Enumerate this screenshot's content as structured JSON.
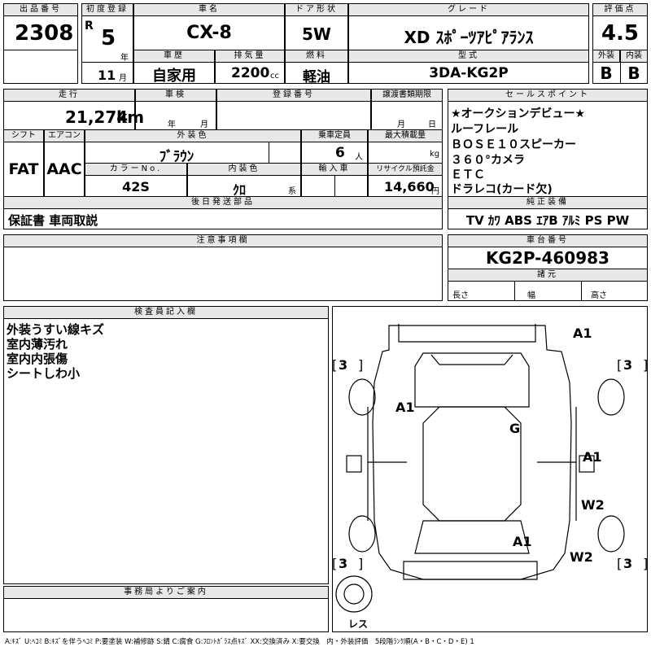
{
  "top": {
    "lot_no_label": "出品番号",
    "lot_no": "2308",
    "first_reg_label": "初度登録",
    "era": "R",
    "year_no": "5",
    "year_unit": "年",
    "month_no": "11",
    "month_unit": "月",
    "car_name_label": "車名",
    "car_name": "CX-8",
    "door_label": "ドア形状",
    "door": "5W",
    "grade_label": "グレード",
    "grade": "XD ｽﾎﾟｰﾂｱﾋﾟｱﾗﾝｽ",
    "score_label": "評価点",
    "score": "4.5",
    "ext_label": "外装",
    "ext": "B",
    "int_label": "内装",
    "int": "B",
    "history_label": "車歴",
    "history": "自家用",
    "displacement_label": "排気量",
    "displacement": "2200",
    "cc": "cc",
    "fuel_label": "燃料",
    "fuel": "軽油",
    "model_label": "型式",
    "model": "3DA-KG2P"
  },
  "row2": {
    "mileage_label": "走行",
    "mileage": "21,274",
    "km": "km",
    "inspection_label": "車検",
    "insp_year": "年",
    "insp_month": "月",
    "reg_no_label": "登録番号",
    "transfer_label": "譲渡書類期限",
    "tr_month": "月",
    "tr_day": "日",
    "shift_label": "シフト",
    "shift": "FAT",
    "ac_label": "エアコン",
    "ac": "AAC",
    "color_label": "外装色",
    "color": "ﾌﾞﾗｳﾝ",
    "capacity_label": "乗車定員",
    "capacity": "6",
    "capacity_unit": "人",
    "load_label": "最大積載量",
    "load_unit": "kg",
    "color_no_label": "カラーNo.",
    "color_no": "42S",
    "int_color_label": "内装色",
    "int_color": "ｸﾛ",
    "int_color_unit": "系",
    "import_label": "輸入車",
    "recycle_label": "リサイクル預託金",
    "recycle": "14,660",
    "yen": "円",
    "later_parts_label": "後日発送部品",
    "later_parts": "保証書 車両取説"
  },
  "sales": {
    "label": "セールスポイント",
    "items": [
      "★オークションデビュー★",
      "ルーフレール",
      "ＢＯＳＥ１０スピーカー",
      "３６０°カメラ",
      "ＥＴＣ",
      "ドラレコ(カード欠)"
    ],
    "equip_label": "純正装備",
    "equip": "TV ｶﾜ ABS ｴｱB ｱﾙﾐ PS PW"
  },
  "caution": {
    "label": "注意事項欄"
  },
  "vin": {
    "label": "車台番号",
    "value": "KG2P-460983",
    "spec_label": "諸元",
    "length": "長さ",
    "width": "幅",
    "height": "高さ"
  },
  "inspector": {
    "label": "検査員記入欄",
    "lines": [
      "外装うすい線キズ",
      "室内薄汚れ",
      "室内内張傷",
      "シートしわ小"
    ]
  },
  "diagram": {
    "tires": [
      "3",
      "3",
      "3",
      "3"
    ],
    "spare": "レス",
    "marks": [
      "A1",
      "A1",
      "G",
      "A1",
      "W2",
      "A1",
      "W2"
    ]
  },
  "office": {
    "label": "事務局よりご案内"
  },
  "legend": "A:ｷｽﾞ U:ﾍｺﾐ B:ｷｽﾞを伴うﾍｺﾐ P:要塗装 W:補修跡 S:錆 C:腐食 G:ﾌﾛﾝﾄｶﾞﾗｽ点ｷｽﾞ XX:交換済み X:要交換　内・外装評価　5段階ﾗﾝｸ順(A・B・C・D・E) 1"
}
